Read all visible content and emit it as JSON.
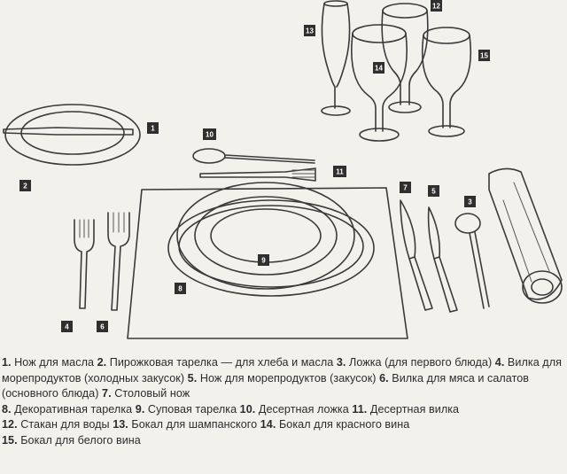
{
  "diagram": {
    "labels": [
      "1",
      "2",
      "3",
      "4",
      "5",
      "6",
      "7",
      "8",
      "9",
      "10",
      "11",
      "12",
      "13",
      "14",
      "15"
    ],
    "colors": {
      "ink": "#3a3a3a",
      "paper": "#f3f1ec",
      "badge": "#2f2f2f"
    }
  },
  "legend": [
    {
      "num": "1.",
      "text": " Нож для масла "
    },
    {
      "num": "2.",
      "text": " Пирожковая тарелка — для хлеба и масла "
    },
    {
      "num": "3.",
      "text": " Ложка (для первого блюда) "
    },
    {
      "num": "4.",
      "text": " Вилка для морепродуктов (холодных закусок) "
    },
    {
      "num": "5.",
      "text": " Нож для морепродуктов (закусок) "
    },
    {
      "num": "6.",
      "text": " Вилка для мяса и салатов (основного блюда) "
    },
    {
      "num": "7.",
      "text": " Столовый нож "
    },
    {
      "num": "8.",
      "text": " Декоративная тарелка "
    },
    {
      "num": "9.",
      "text": " Суповая тарелка "
    },
    {
      "num": "10.",
      "text": " Десертная ложка "
    },
    {
      "num": "11.",
      "text": " Десертная вилка "
    },
    {
      "num": "12.",
      "text": " Стакан для воды "
    },
    {
      "num": "13.",
      "text": " Бокал для шампанского "
    },
    {
      "num": "14.",
      "text": " Бокал для красного вина "
    },
    {
      "num": "15.",
      "text": " Бокал для белого вина"
    }
  ]
}
